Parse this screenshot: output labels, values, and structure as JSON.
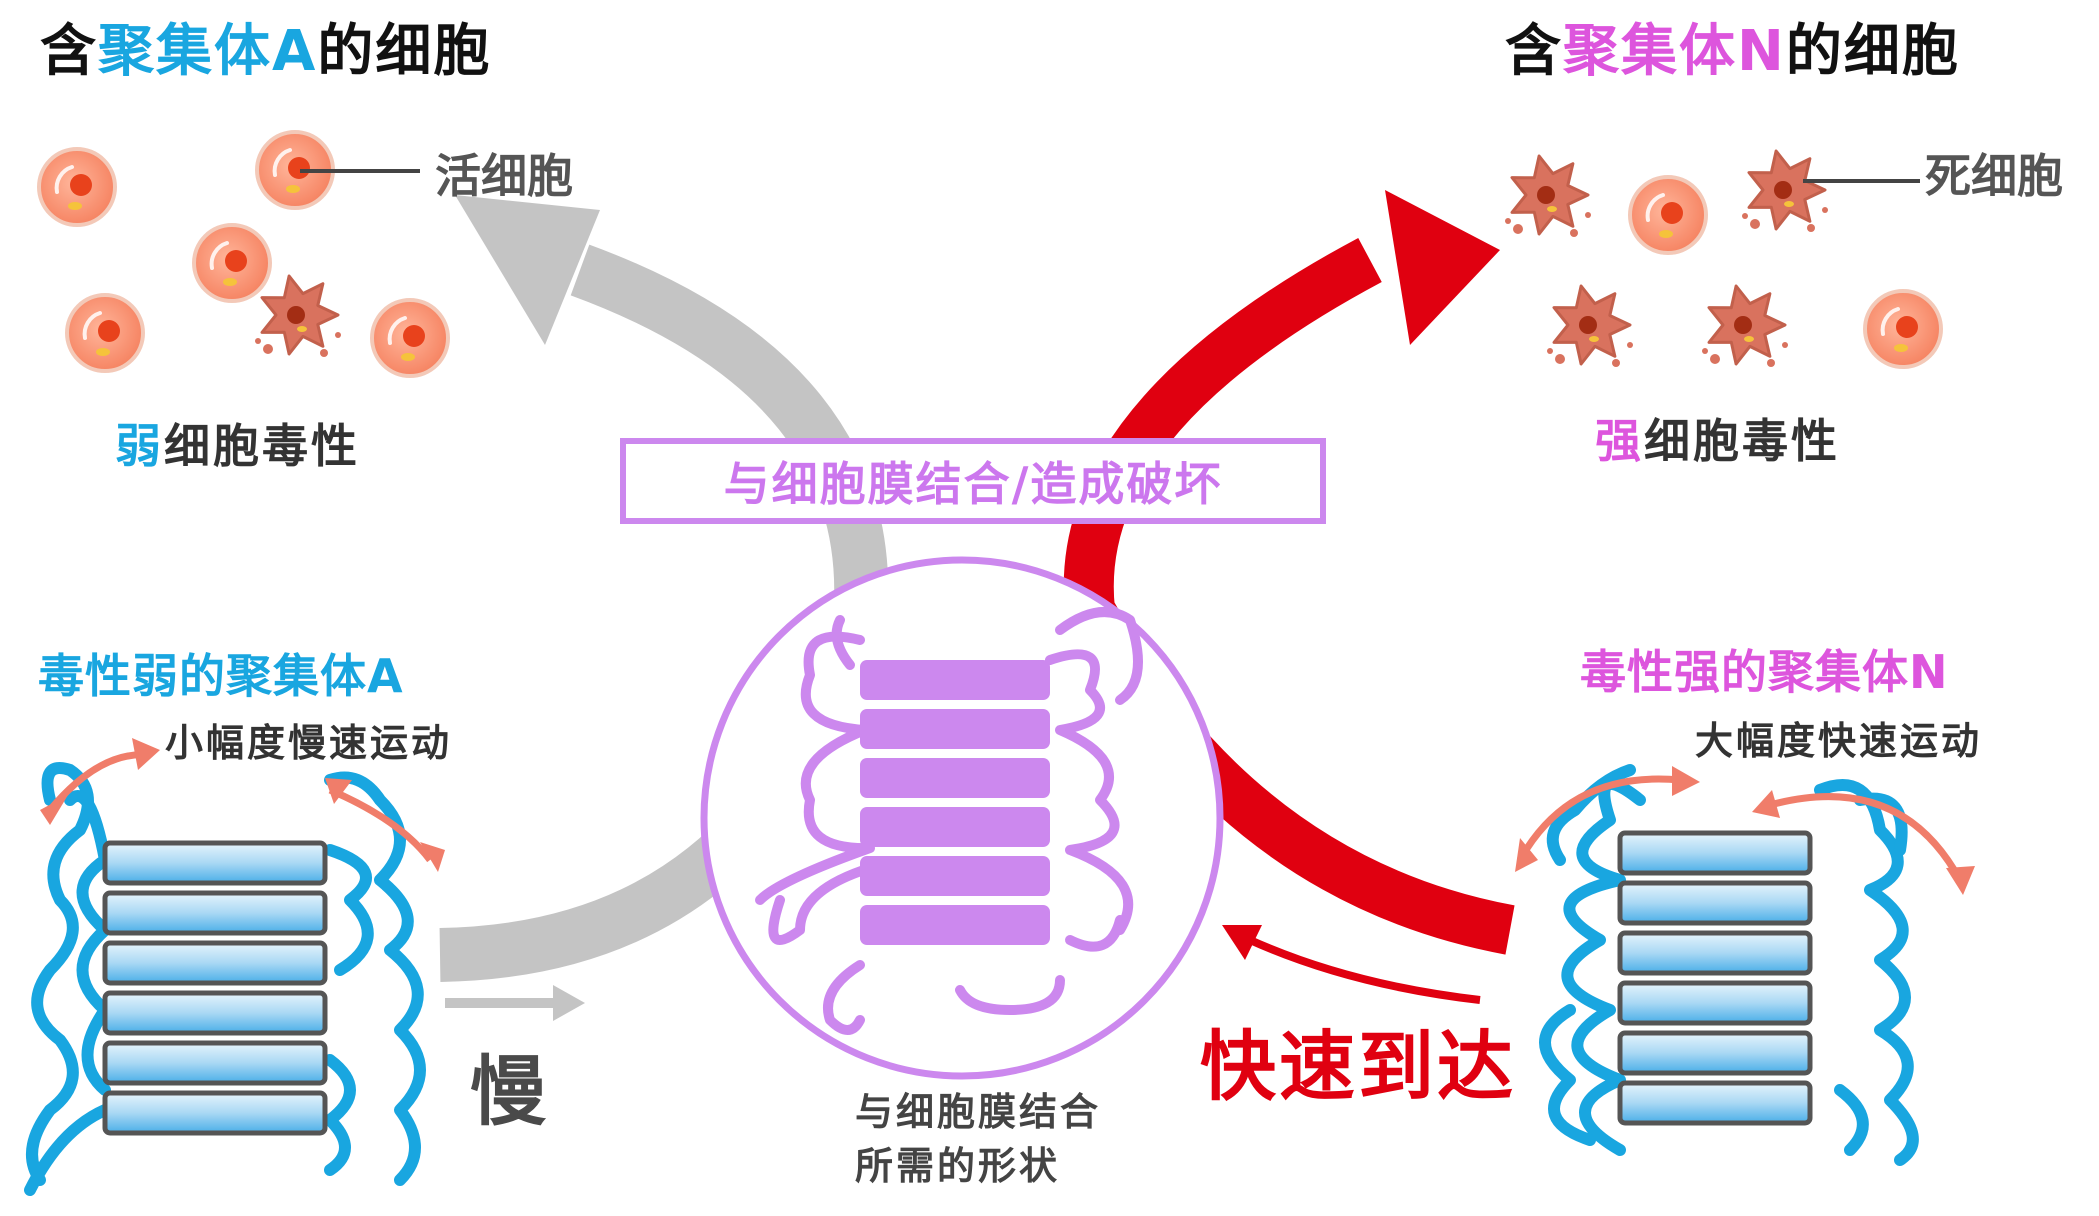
{
  "left_title": {
    "prefix": "含",
    "highlight": "聚集体A",
    "suffix": "的细胞"
  },
  "right_title": {
    "prefix": "含",
    "highlight": "聚集体N",
    "suffix": "的细胞"
  },
  "live_cell_label": "活细胞",
  "dead_cell_label": "死细胞",
  "weak_toxicity": {
    "highlight": "弱",
    "rest": "细胞毒性"
  },
  "strong_toxicity": {
    "highlight": "强",
    "rest": "细胞毒性"
  },
  "center_box_label": "与细胞膜结合/造成破坏",
  "aggregate_a": {
    "title": "毒性弱的聚集体A",
    "motion": "小幅度慢速运动"
  },
  "aggregate_n": {
    "title": "毒性强的聚集体N",
    "motion": "大幅度快速运动"
  },
  "slow_label": "慢",
  "fast_label": "快速到达",
  "shape_caption": {
    "line1": "与细胞膜结合",
    "line2": "所需的形状"
  },
  "colors": {
    "aggregate_a": "#19a6e0",
    "aggregate_n": "#dd55dd",
    "fast_arrow": "#e00010",
    "slow_arrow": "#c4c4c4",
    "binding_shape": "#cc88ee",
    "motion_arrow": "#f07d6a"
  }
}
